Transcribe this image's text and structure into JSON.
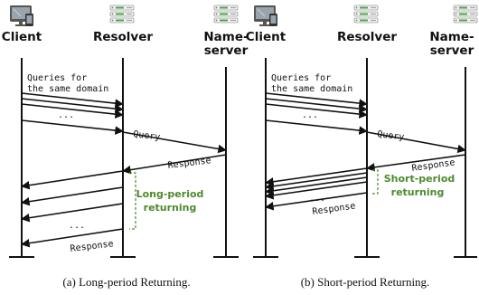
{
  "panels": [
    {
      "actors": {
        "client": "Client",
        "resolver": "Resolver",
        "nameserver_line1": "Name-",
        "nameserver_line2": "server"
      },
      "queries_line1": "Queries for",
      "queries_line2": "the same domain",
      "dots_top": "...",
      "query": "Query",
      "response_top": "Response",
      "note_line1": "Long-period",
      "note_line2": "returning",
      "dots_bottom": "...",
      "response_bottom": "Response",
      "caption": "(a)  Long-period Returning."
    },
    {
      "actors": {
        "client": "Client",
        "resolver": "Resolver",
        "nameserver_line1": "Name-",
        "nameserver_line2": "server"
      },
      "queries_line1": "Queries for",
      "queries_line2": "the same domain",
      "dots_top": "...",
      "query": "Query",
      "response_top": "Response",
      "note_line1": "Short-period",
      "note_line2": "returning",
      "dots_bottom": "...",
      "response_bottom": "Response",
      "caption": "(b)  Short-period Returning."
    }
  ],
  "icons": [
    "computer-phone-icon",
    "server-stack-icon"
  ],
  "colors": {
    "note": "#4e8a2e",
    "line": "#111111"
  }
}
